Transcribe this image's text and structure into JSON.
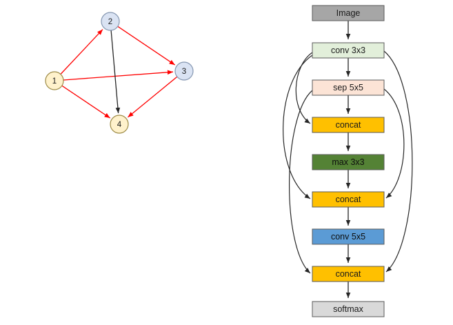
{
  "figure": {
    "background": "#ffffff"
  },
  "graph": {
    "nodes": [
      {
        "label": "1",
        "fill": "#fff2cc",
        "stroke": "#9c8a45"
      },
      {
        "label": "2",
        "fill": "#dae3f3",
        "stroke": "#8496b0"
      },
      {
        "label": "3",
        "fill": "#dae3f3",
        "stroke": "#8496b0"
      },
      {
        "label": "4",
        "fill": "#fff2cc",
        "stroke": "#9c8a45"
      }
    ],
    "edges": [
      {
        "from": "1",
        "to": "2",
        "color": "#ff0000"
      },
      {
        "from": "1",
        "to": "3",
        "color": "#ff0000"
      },
      {
        "from": "1",
        "to": "4",
        "color": "#ff0000"
      },
      {
        "from": "2",
        "to": "3",
        "color": "#ff0000"
      },
      {
        "from": "2",
        "to": "4",
        "color": "#262626"
      },
      {
        "from": "3",
        "to": "4",
        "color": "#ff0000"
      }
    ]
  },
  "nas": {
    "arrow_color": "#262626",
    "layers": [
      {
        "label": "Image",
        "fill": "#a6a6a6",
        "text": "#1a1a1a"
      },
      {
        "label": "conv 3x3",
        "fill": "#e2efda",
        "text": "#1a1a1a"
      },
      {
        "label": "sep 5x5",
        "fill": "#fce4d6",
        "text": "#1a1a1a"
      },
      {
        "label": "concat",
        "fill": "#ffc000",
        "text": "#1a1a1a"
      },
      {
        "label": "max 3x3",
        "fill": "#548235",
        "text": "#0d0d0d"
      },
      {
        "label": "concat",
        "fill": "#ffc000",
        "text": "#1a1a1a"
      },
      {
        "label": "conv 5x5",
        "fill": "#5b9bd5",
        "text": "#0d0d0d"
      },
      {
        "label": "concat",
        "fill": "#ffc000",
        "text": "#1a1a1a"
      },
      {
        "label": "softmax",
        "fill": "#d9d9d9",
        "text": "#1a1a1a"
      }
    ],
    "skip_connections": [
      {
        "from": "conv 3x3",
        "to": "concat-1",
        "side": "left"
      },
      {
        "from": "conv 3x3",
        "to": "concat-2",
        "side": "left"
      },
      {
        "from": "sep 5x5",
        "to": "concat-3",
        "side": "left"
      },
      {
        "from": "conv 3x3",
        "to": "concat-3",
        "side": "right"
      },
      {
        "from": "sep 5x5",
        "to": "concat-2",
        "side": "right"
      }
    ]
  }
}
